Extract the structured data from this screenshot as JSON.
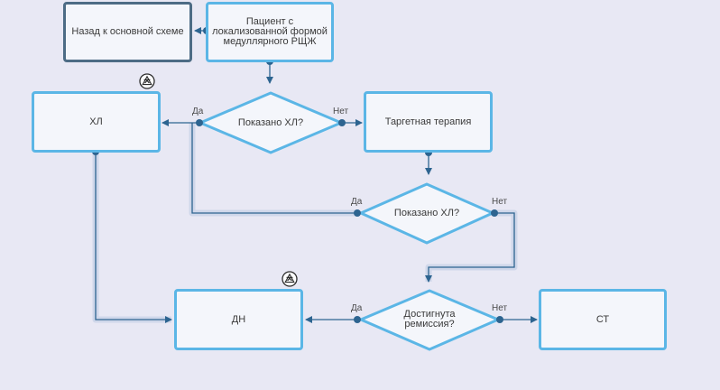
{
  "nodes": {
    "back": "Назад к основной схеме",
    "patient": "Пациент с локализованной формой медуллярного РЩЖ",
    "hl": "ХЛ",
    "q1": "Показано ХЛ?",
    "targeted": "Таргетная терапия",
    "q2": "Показано ХЛ?",
    "dn": "ДН",
    "q3": "Достигнута ремиссия?",
    "st": "СТ"
  },
  "edge_labels": {
    "q1_yes": "Да",
    "q1_no": "Нет",
    "q2_yes": "Да",
    "q2_no": "Нет",
    "q3_yes": "Да",
    "q3_no": "Нет"
  },
  "colors": {
    "node_border": "#5bb6e6",
    "back_border": "#4d6c85",
    "connector": "#2d6490",
    "shadow": "#cfd7ea",
    "background": "#e8e8f4"
  },
  "icons": {
    "hl_badge": "radiation-badge-icon",
    "dn_badge": "radiation-badge-icon"
  }
}
